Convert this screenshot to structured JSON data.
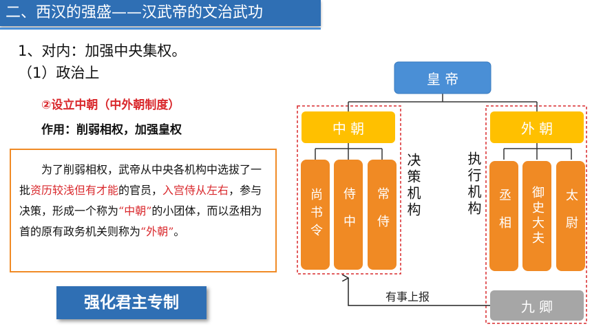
{
  "banner": {
    "title": "二、西汉的强盛——汉武帝的文治武功"
  },
  "outline": {
    "point1": "1、对内：加强中央集权。",
    "point1_1": "（1）政治上",
    "subpoint": "②设立中朝（中外朝制度）",
    "effect": "作用：削弱相权，加强皇权"
  },
  "paragraph": {
    "part1": "为了削弱相权，武帝从中央各机构中选拔了一批",
    "highlight1": "资历较浅但有才能",
    "part2": "的官员，",
    "highlight2": "入宫侍从左右",
    "part3": "，参与决策，形成一个称为",
    "highlight3": "“中朝”",
    "part4": "的小团体，而以丞相为首的原有政务机关则称为",
    "highlight4": "“外朝”",
    "part5": "。"
  },
  "summary_box": {
    "label": "强化君主专制"
  },
  "diagram": {
    "emperor": "皇 帝",
    "inner_court": "中 朝",
    "outer_court": "外 朝",
    "inner_members": [
      "尚书令",
      "侍中",
      "常侍"
    ],
    "outer_members": [
      "丞相",
      "御史大夫",
      "太尉"
    ],
    "decision_label": "决策机构",
    "execution_label": "执行机构",
    "nine_ministers": "九 卿",
    "report_label": "有事上报"
  },
  "colors": {
    "blue": "#2f6fb4",
    "emperor_blue": "#4a8fd6",
    "yellow": "#ffc000",
    "orange": "#f08a24",
    "red_dash": "#d9282c",
    "gray": "#a6a6a6"
  }
}
